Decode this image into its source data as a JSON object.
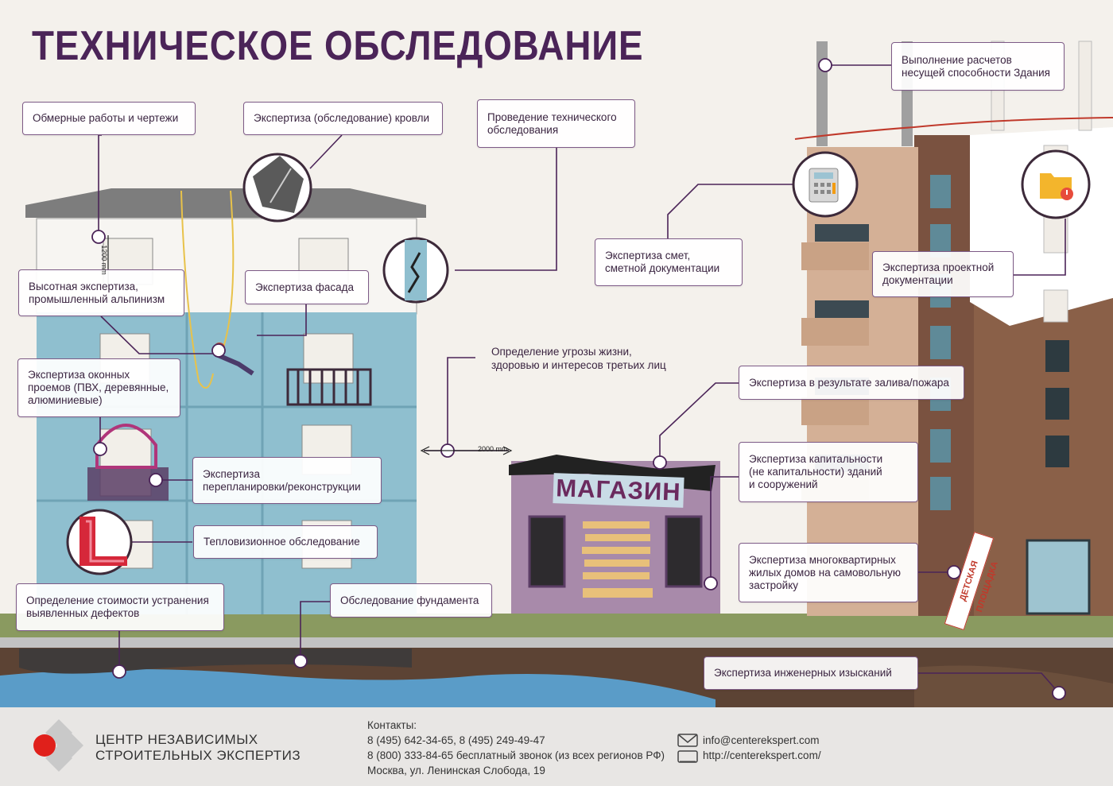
{
  "title": "ТЕХНИЧЕСКОЕ ОБСЛЕДОВАНИЕ",
  "callouts": {
    "measuring": "Обмерные работы и чертежи",
    "roof": "Экспертиза (обследование) кровли",
    "technical_survey": "Проведение технического\nобследования",
    "bearing_capacity": "Выполнение расчетов\nнесущей способности Здания",
    "high_altitude": "Высотная экспертиза,\nпромышленный альпинизм",
    "facade": "Экспертиза фасада",
    "estimates": "Экспертиза смет,\nсметной документации",
    "project_docs": "Экспертиза проектной\nдокументации",
    "windows": "Экспертиза оконных\nпроемов (ПВХ, деревянные,\nалюминиевые)",
    "threat": "Определение угрозы жизни,\nздоровью и интересов третьих лиц",
    "flood_fire": "Экспертиза в результате залива/пожара",
    "replanning": "Экспертиза\nперепланировки/реконструкции",
    "capital": "Экспертиза капитальности\n(не капитальности) зданий\nи сооружений",
    "thermal": "Тепловизионное обследование",
    "self_built": "Экспертиза многоквартирных\nжилых домов на самовольную\nзастройку",
    "defects_cost": "Определение стоимости устранения\nвыявленных дефектов",
    "foundation": "Обследование фундамента",
    "engineering_survey": "Экспертиза инженерных изысканий"
  },
  "dimensions": {
    "vertical": "1200 mm",
    "horizontal": "2000 mm"
  },
  "signs": {
    "shop": "МАГАЗИН",
    "playground": "ДЕТСКАЯ ПЛОЩАДКА"
  },
  "footer": {
    "company": "ЦЕНТР НЕЗАВИСИМЫХ\nСТРОИТЕЛЬНЫХ ЭКСПЕРТИЗ",
    "contacts_label": "Контакты:",
    "phones": "8 (495) 642-34-65, 8 (495) 249-49-47",
    "free_phone": "8 (800) 333-84-65 бесплатный звонок (из всех регионов РФ)",
    "address": "Москва, ул. Ленинская Слобода, 19",
    "email": "info@centerekspert.com",
    "website": "http://centerekspert.com/"
  },
  "colors": {
    "title": "#4b2458",
    "accent": "#7d5a86",
    "logo_red": "#e0201b",
    "facade_blue": "#8fbfcf",
    "shop_purple": "#a88aaa",
    "water": "#5a9cc8"
  },
  "icons": [
    "calculator-icon",
    "folder-warning-icon",
    "crack-icon",
    "roof-icon",
    "email-icon",
    "website-icon"
  ]
}
